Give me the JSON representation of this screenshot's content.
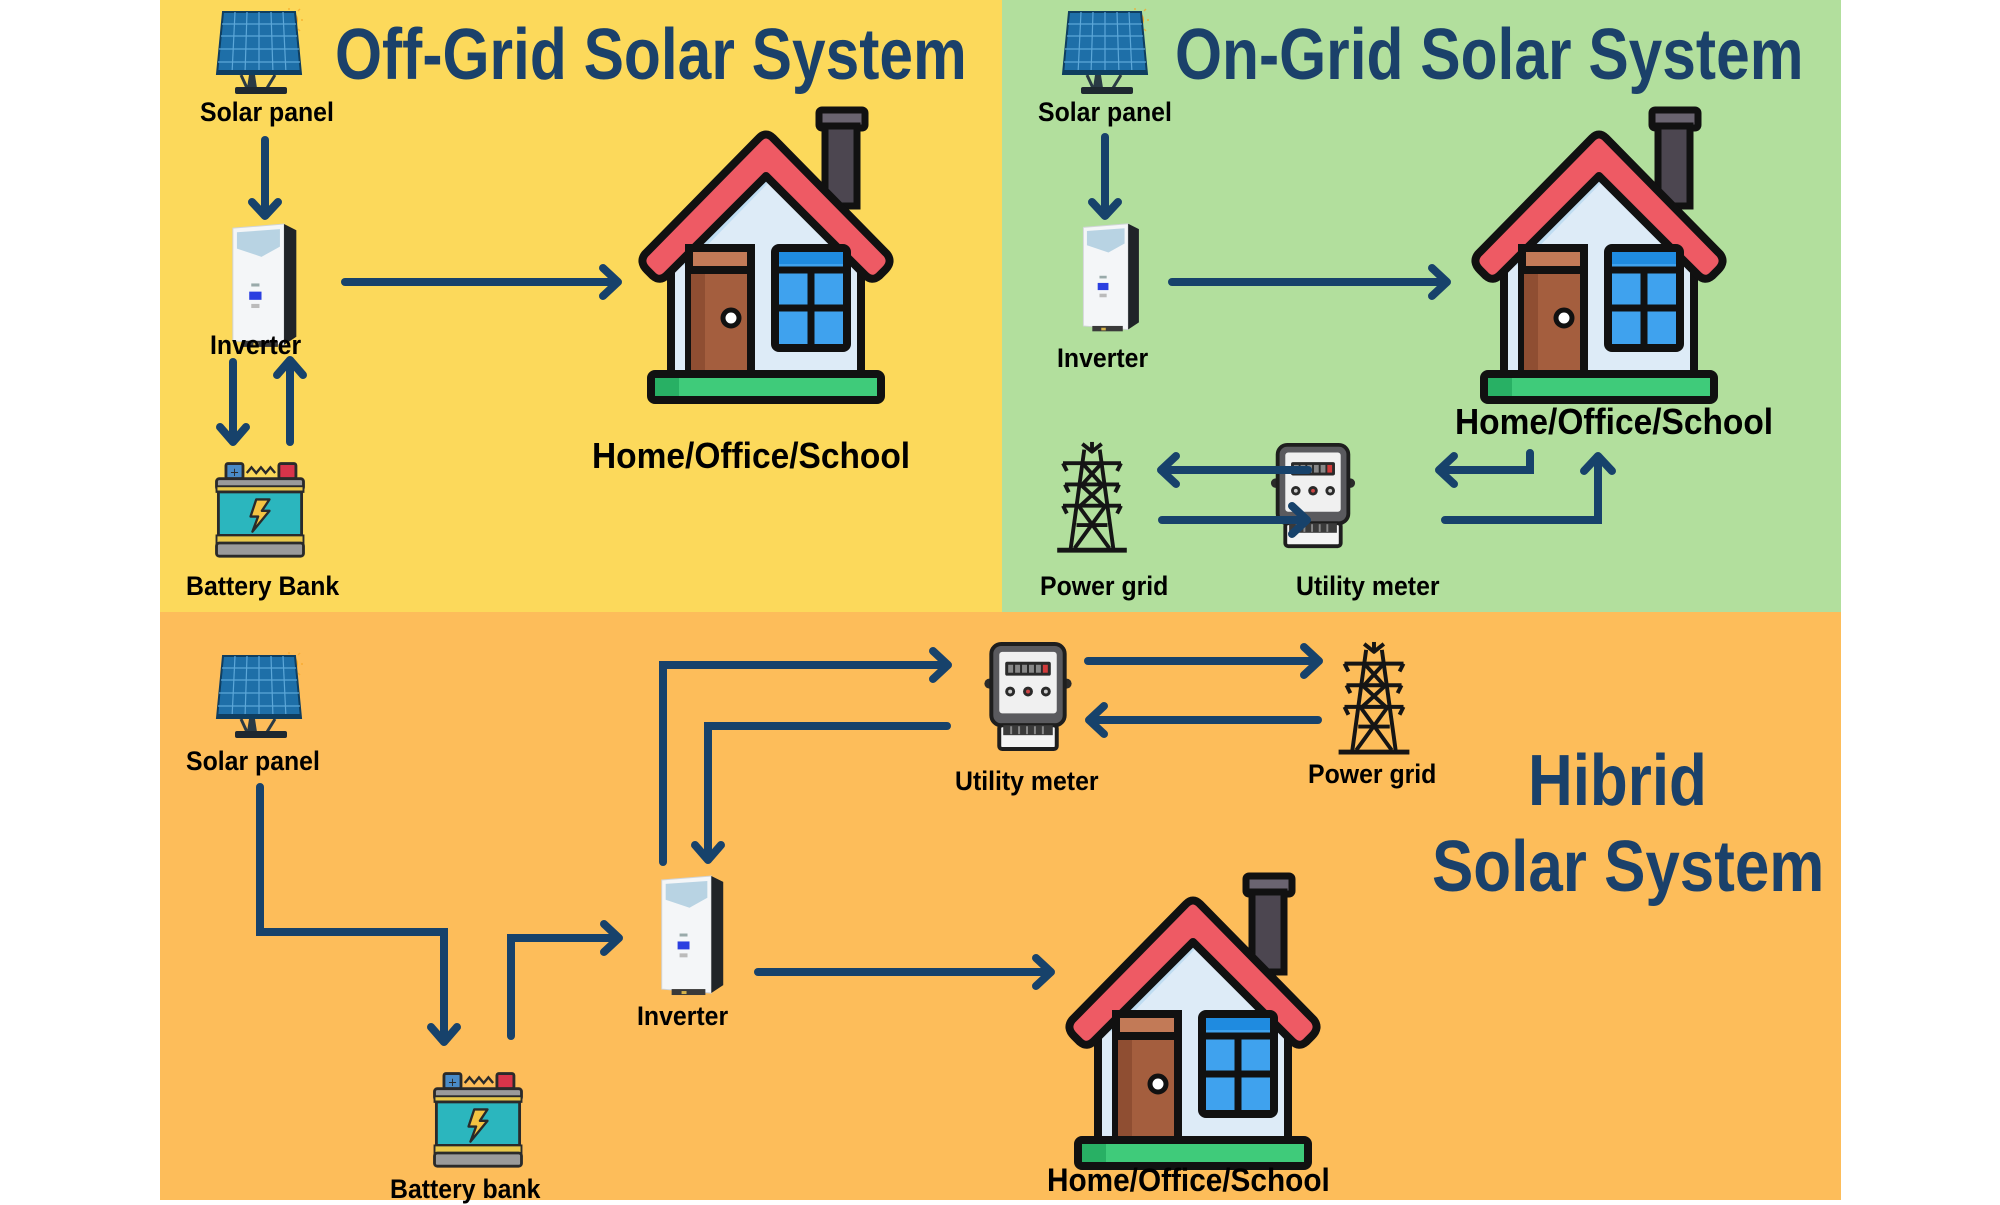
{
  "colors": {
    "offgrid_bg": "#FCD95B",
    "ongrid_bg": "#B2DF9D",
    "hybrid_bg": "#FDBD5A",
    "title": "#1B416A",
    "arrow": "#17426B",
    "label": "#000000"
  },
  "offgrid": {
    "title": "Off-Grid Solar System",
    "solar_panel": "Solar panel",
    "inverter": "Inverter",
    "battery": "Battery Bank",
    "home": "Home/Office/School",
    "icons": [
      "solar-panel-icon",
      "inverter-icon",
      "battery-icon",
      "house-icon"
    ]
  },
  "ongrid": {
    "title": "On-Grid Solar System",
    "solar_panel": "Solar panel",
    "inverter": "Inverter",
    "home": "Home/Office/School",
    "power_grid": "Power grid",
    "utility_meter": "Utility meter",
    "icons": [
      "solar-panel-icon",
      "inverter-icon",
      "house-icon",
      "power-tower-icon",
      "meter-icon"
    ]
  },
  "hybrid": {
    "title_line1": "Hibrid",
    "title_line2": "Solar System",
    "solar_panel": "Solar panel",
    "battery": "Battery bank",
    "inverter": "Inverter",
    "utility_meter": "Utility meter",
    "power_grid": "Power grid",
    "home": "Home/Office/School",
    "icons": [
      "solar-panel-icon",
      "battery-icon",
      "inverter-icon",
      "meter-icon",
      "power-tower-icon",
      "house-icon"
    ]
  }
}
